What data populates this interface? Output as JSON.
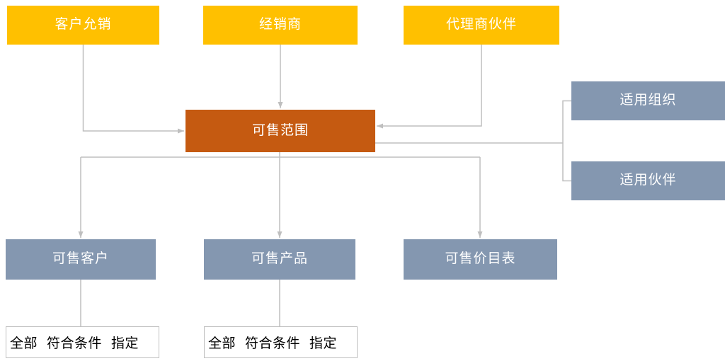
{
  "diagram": {
    "nodes": {
      "customer_allocation": {
        "label": "客户允销"
      },
      "distributor": {
        "label": "经销商"
      },
      "agent_partner": {
        "label": "代理商伙伴"
      },
      "sellable_scope": {
        "label": "可售范围"
      },
      "applicable_org": {
        "label": "适用组织"
      },
      "applicable_partner": {
        "label": "适用伙伴"
      },
      "sellable_customer": {
        "label": "可售客户"
      },
      "sellable_product": {
        "label": "可售产品"
      },
      "sellable_pricelist": {
        "label": "可售价目表"
      }
    },
    "options_customer": [
      "全部",
      "符合条件",
      "指定"
    ],
    "options_product": [
      "全部",
      "符合条件",
      "指定"
    ],
    "colors": {
      "yellow_box": "#FFC000",
      "orange_box": "#C55A11",
      "slate_box": "#8497B0",
      "connector_line": "#BFBFBF",
      "option_border": "#BFBFBF",
      "box_text": "#FFFFFF",
      "option_text": "#000000"
    }
  }
}
